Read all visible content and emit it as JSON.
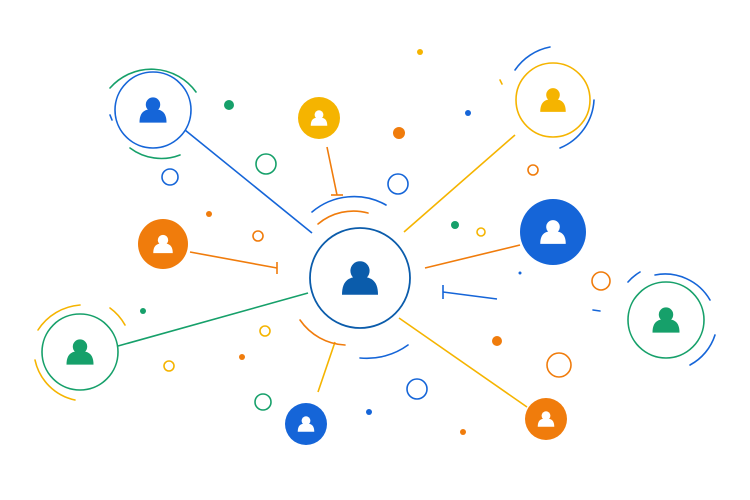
{
  "illustration": {
    "icon": "user-icon",
    "colors": {
      "blue": "#1565d8",
      "navy": "#0b5cab",
      "yellow": "#f5b400",
      "orange": "#f07c0c",
      "green": "#16a06a",
      "background": "#ffffff"
    },
    "central_node": {
      "icon": "user-icon",
      "style": "outlined",
      "color": "navy"
    },
    "peripheral_nodes": [
      {
        "name": "top-left",
        "icon": "user-icon",
        "style": "outlined",
        "color": "blue"
      },
      {
        "name": "top-yellow",
        "icon": "user-icon",
        "style": "filled",
        "color": "yellow"
      },
      {
        "name": "top-right",
        "icon": "user-icon",
        "style": "outlined",
        "color": "yellow"
      },
      {
        "name": "mid-orange",
        "icon": "user-icon",
        "style": "filled",
        "color": "orange"
      },
      {
        "name": "right-blue",
        "icon": "user-icon",
        "style": "filled",
        "color": "blue"
      },
      {
        "name": "left-green",
        "icon": "user-icon",
        "style": "outlined",
        "color": "green"
      },
      {
        "name": "right-green",
        "icon": "user-icon",
        "style": "outlined",
        "color": "green"
      },
      {
        "name": "bottom-blue",
        "icon": "user-icon",
        "style": "filled",
        "color": "blue"
      },
      {
        "name": "bottom-orange",
        "icon": "user-icon",
        "style": "filled",
        "color": "orange"
      }
    ],
    "connection_count": 9
  }
}
